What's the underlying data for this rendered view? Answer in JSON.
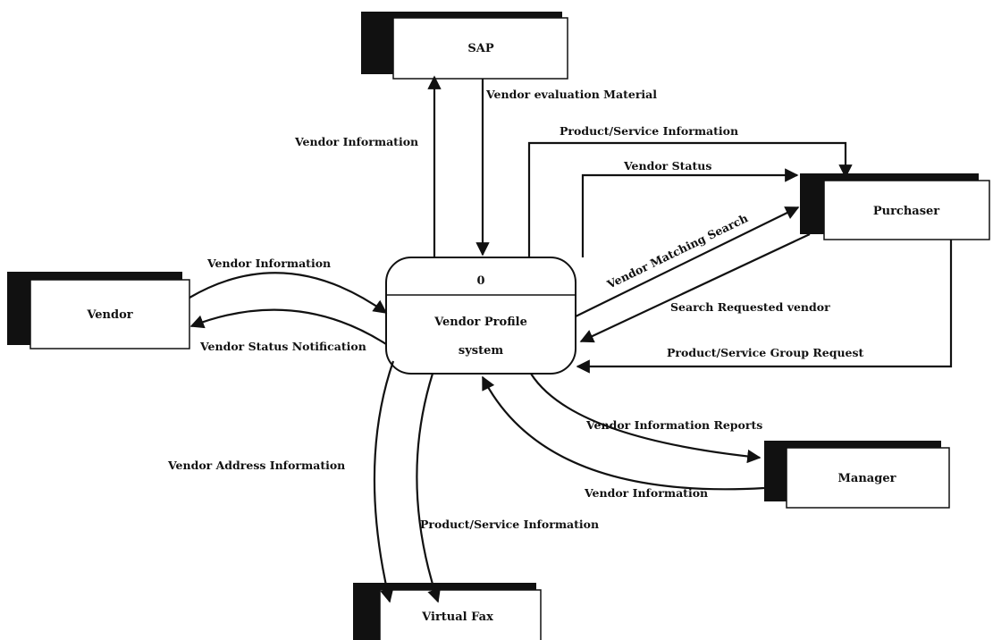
{
  "diagram": {
    "entities": {
      "sap": "SAP",
      "purchaser": "Purchaser",
      "vendor": "Vendor",
      "manager": "Manager",
      "virtual_fax": "Virtual Fax"
    },
    "process": {
      "number": "0",
      "name_line1": "Vendor Profile",
      "name_line2": "system"
    },
    "flows": {
      "sap_in": "Vendor Information",
      "sap_out": "Vendor evaluation Material",
      "product_service_info_purchaser": "Product/Service Information",
      "vendor_status": "Vendor Status",
      "vendor_matching_search": "Vendor Matching Search",
      "search_requested_vendor": "Search Requested vendor",
      "product_service_group_request": "Product/Service Group Request",
      "vendor_in": "Vendor Information",
      "vendor_status_notification": "Vendor Status Notification",
      "vendor_info_reports": "Vendor Information Reports",
      "manager_vendor_info": "Vendor Information",
      "vendor_address_info": "Vendor Address Information",
      "product_service_info_fax": "Product/Service Information"
    }
  }
}
